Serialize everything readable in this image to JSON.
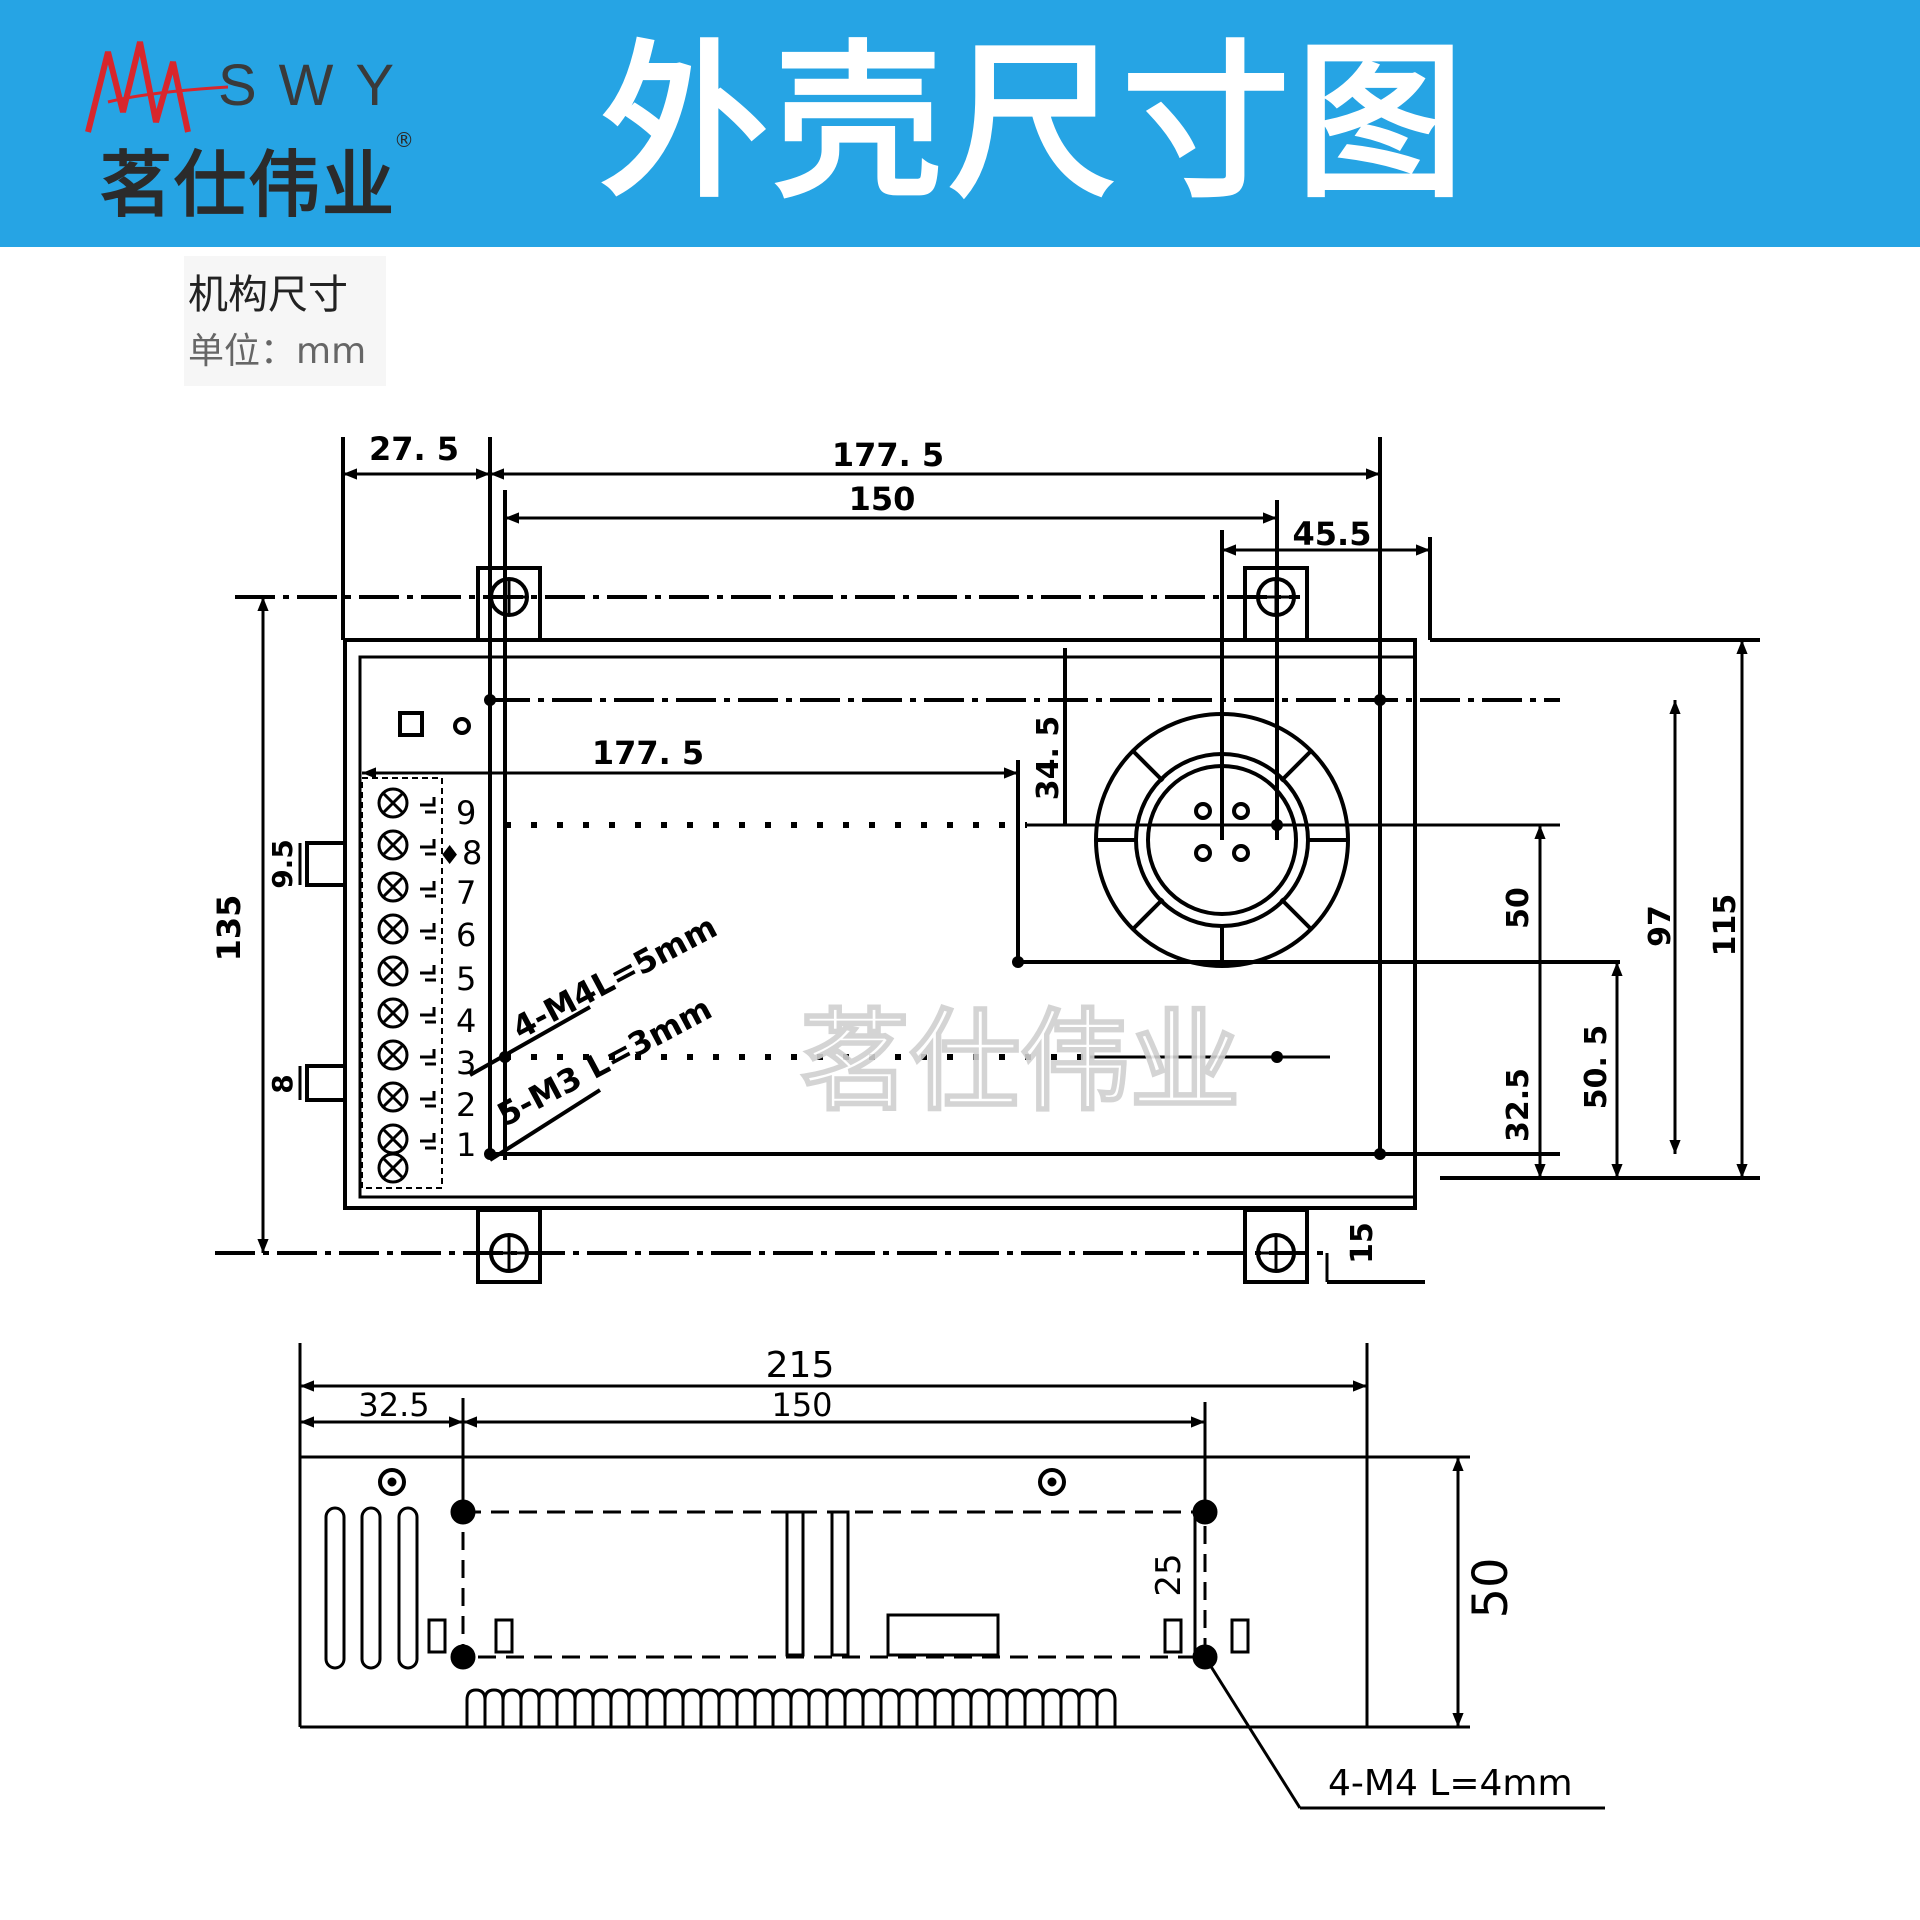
{
  "brand": {
    "latin": "SWY",
    "chinese": "茗仕伟业",
    "registered": "®"
  },
  "header": {
    "title": "外壳尺寸图"
  },
  "spec": {
    "title": "机构尺寸",
    "unit": "单位：mm"
  },
  "watermark": "茗仕伟业",
  "top_view": {
    "dims": {
      "d27_5": "27. 5",
      "d177_5_top": "177. 5",
      "d150": "150",
      "d45_5": "45.5",
      "d135": "135",
      "d9_5": "9.5",
      "d8": "8",
      "d177_5_inner": "177. 5",
      "d34_5": "34. 5",
      "d50": "50",
      "d97": "97",
      "d115": "115",
      "d32_5": "32.5",
      "d50_5": "50. 5",
      "d15": "15"
    },
    "callouts": {
      "m4": "4-M4L=5mm",
      "m3": "5-M3 L=3mm"
    },
    "terminals": [
      "9",
      "8",
      "7",
      "6",
      "5",
      "4",
      "3",
      "2",
      "1"
    ],
    "terminal_marker": "♦"
  },
  "side_view": {
    "dims": {
      "d215": "215",
      "d32_5": "32.5",
      "d150": "150",
      "d25": "25",
      "d50": "50"
    },
    "callout": "4-M4 L=4mm"
  }
}
